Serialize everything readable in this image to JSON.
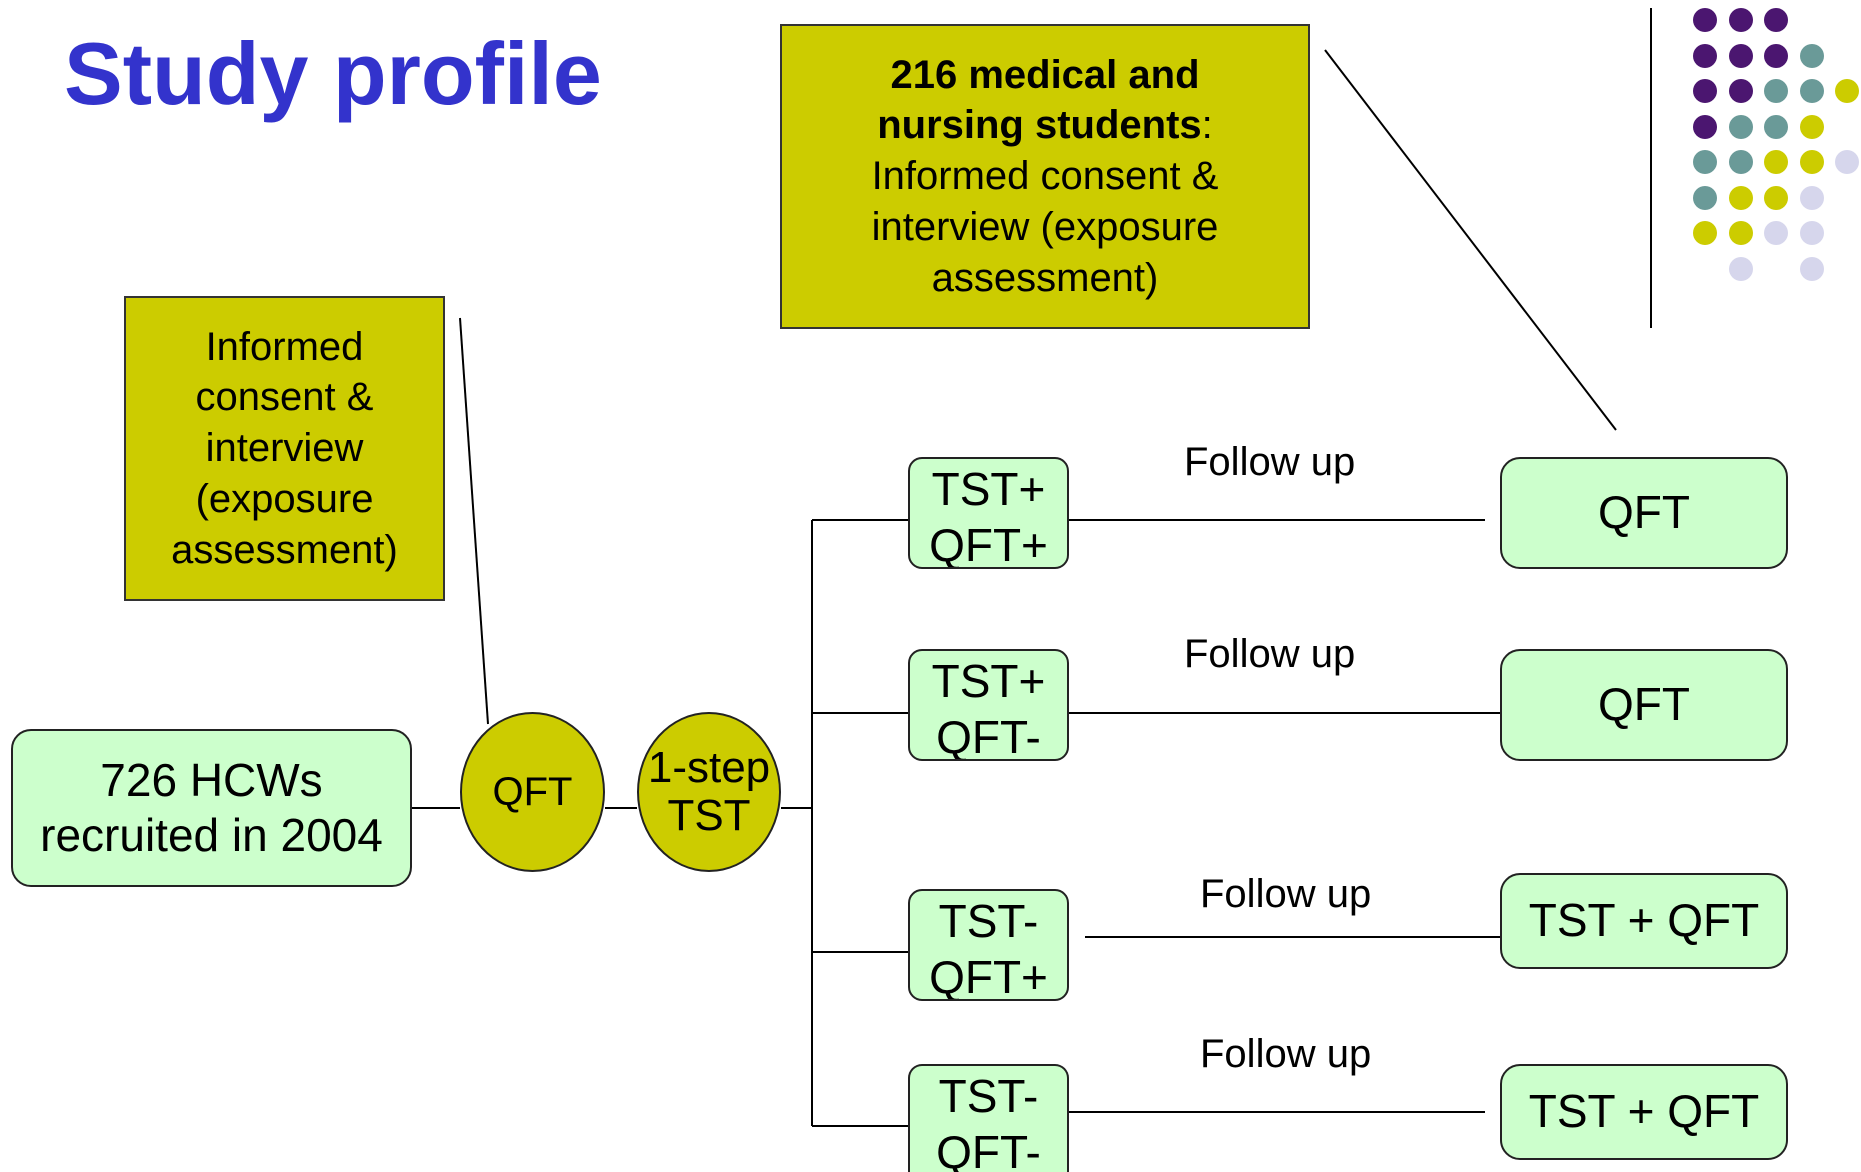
{
  "title": "Study profile",
  "top_box": {
    "bold_text": "216 medical and nursing students",
    "text": ": Informed consent & interview (exposure assessment)"
  },
  "left_box": {
    "text": "Informed consent & interview (exposure assessment)"
  },
  "start_box": {
    "line1": "726 HCWs",
    "line2": "recruited in 2004"
  },
  "qft_circle": {
    "text": "QFT"
  },
  "tst_circle": {
    "line1": "1-step",
    "line2": "TST"
  },
  "branches": [
    {
      "line1": "TST+",
      "line2": "QFT+",
      "follow": "Follow up",
      "outcome": "QFT"
    },
    {
      "line1": "TST+",
      "line2": "QFT-",
      "follow": "Follow up",
      "outcome": "QFT"
    },
    {
      "line1": "TST-",
      "line2": "QFT+",
      "follow": "Follow up",
      "outcome": "TST + QFT"
    },
    {
      "line1": "TST-",
      "line2": "QFT-",
      "follow": "Follow up",
      "outcome": "TST + QFT"
    }
  ],
  "colors": {
    "title": "#3333cc",
    "yellow_fill": "#cccc00",
    "green_fill": "#ccffcc",
    "purple": "#4b1670",
    "teal": "#6a9a98",
    "lavender": "#d6d6ec"
  }
}
